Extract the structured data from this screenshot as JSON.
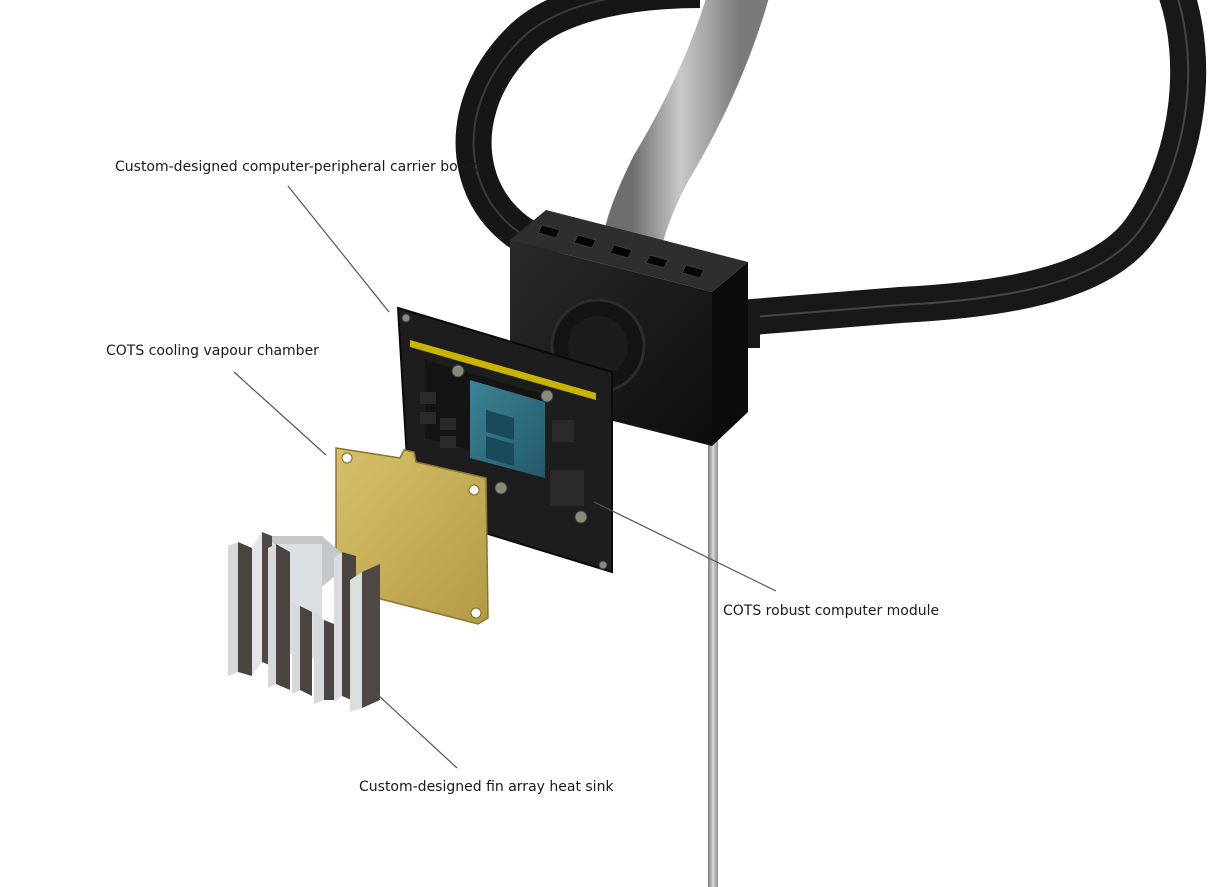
{
  "callouts": {
    "carrier_board": "Custom-designed computer-peripheral carrier board",
    "vapour_chamber": "COTS cooling vapour chamber",
    "computer_module": "COTS robust computer module",
    "heat_sink": "Custom-designed fin array heat sink"
  },
  "colors": {
    "background": "#ffffff",
    "harness": "#1b1b1b",
    "grey_cable": "#9a9a9a",
    "pcb": "#1e1e1e",
    "gold_trace": "#c8b400",
    "chip": "#2f6f80",
    "vapour_chamber": "#c6ad58",
    "heatsink_light": "#d4d6d8",
    "heatsink_dark": "#4a4440"
  }
}
